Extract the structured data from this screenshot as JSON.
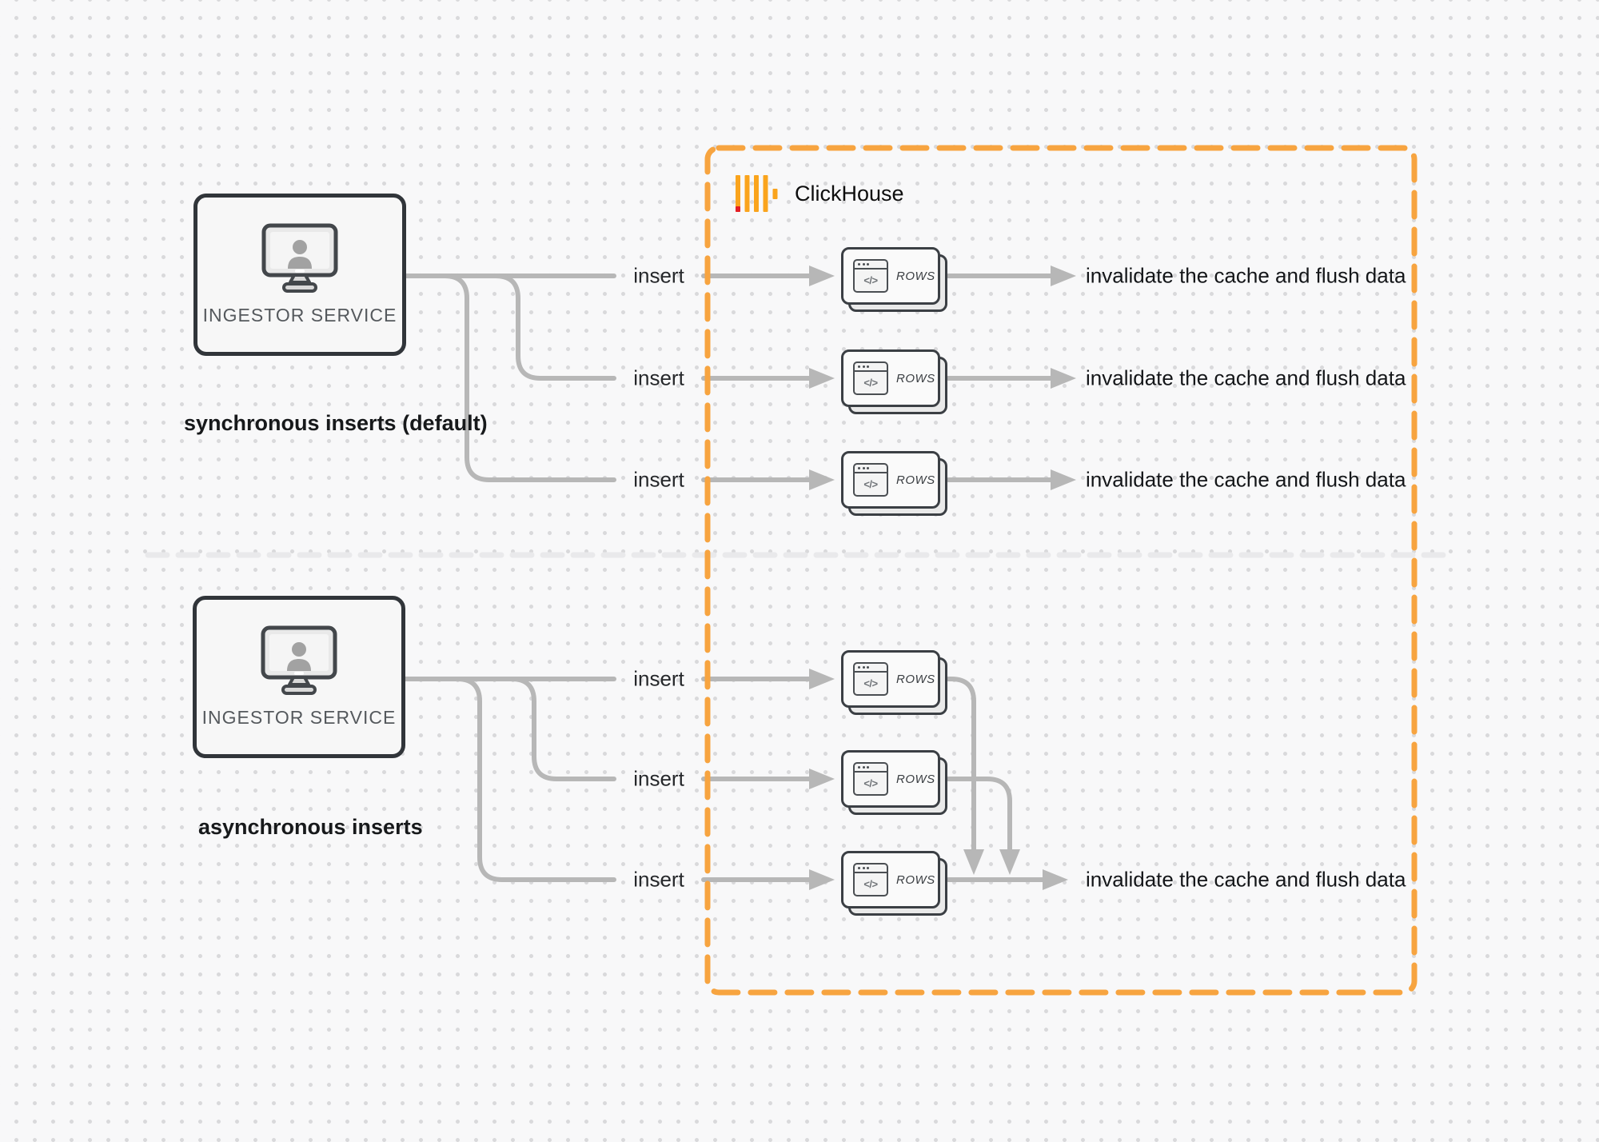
{
  "diagram": {
    "clickhouse": {
      "title": "ClickHouse"
    },
    "sync": {
      "service_label": "INGESTOR SERVICE",
      "caption": "synchronous inserts (default)",
      "rows": [
        {
          "insert": "insert",
          "card": "ROWS",
          "code": "</>",
          "result": "invalidate the cache and flush data"
        },
        {
          "insert": "insert",
          "card": "ROWS",
          "code": "</>",
          "result": "invalidate the cache and flush data"
        },
        {
          "insert": "insert",
          "card": "ROWS",
          "code": "</>",
          "result": "invalidate the cache and flush data"
        }
      ]
    },
    "async": {
      "service_label": "INGESTOR SERVICE",
      "caption": "asynchronous inserts",
      "rows": [
        {
          "insert": "insert",
          "card": "ROWS",
          "code": "</>"
        },
        {
          "insert": "insert",
          "card": "ROWS",
          "code": "</>"
        },
        {
          "insert": "insert",
          "card": "ROWS",
          "code": "</>",
          "result": "invalidate the cache and flush data"
        }
      ]
    },
    "colors": {
      "accent_orange": "#F7A440",
      "logo_bar": "#FAA41D",
      "logo_red": "#E41E26",
      "connector_gray": "#B7B7B7",
      "divider_gray": "#E9E9EB"
    }
  }
}
